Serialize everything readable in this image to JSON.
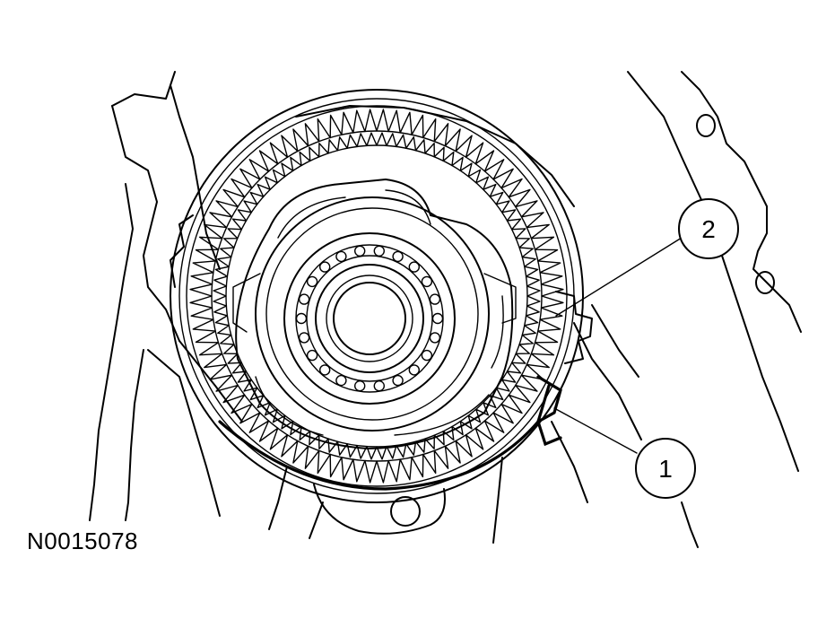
{
  "figure": {
    "reference_code": "N0015078",
    "callouts": [
      {
        "label": "1",
        "target": "retaining-ring"
      },
      {
        "label": "2",
        "target": "ring-gear"
      }
    ]
  },
  "colors": {
    "line": "#000000",
    "background": "#ffffff"
  }
}
